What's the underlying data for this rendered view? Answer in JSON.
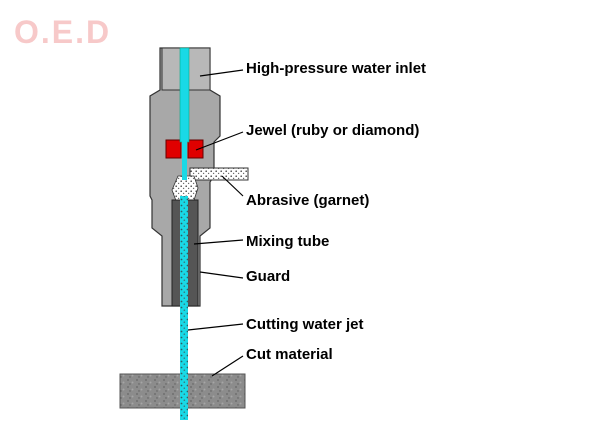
{
  "logo": {
    "text": "O.E.D"
  },
  "labels": {
    "inlet": "High-pressure water inlet",
    "jewel": "Jewel (ruby or diamond)",
    "abrasive": "Abrasive (garnet)",
    "mixing_tube": "Mixing tube",
    "guard": "Guard",
    "jet": "Cutting water jet",
    "material": "Cut material"
  },
  "colors": {
    "body_gray": "#a8a8a8",
    "inner_gray": "#b8b8b8",
    "water": "#19d9e6",
    "jewel_red": "#e00000",
    "tube_dark": "#555555",
    "material_gray": "#8c8c8c"
  }
}
